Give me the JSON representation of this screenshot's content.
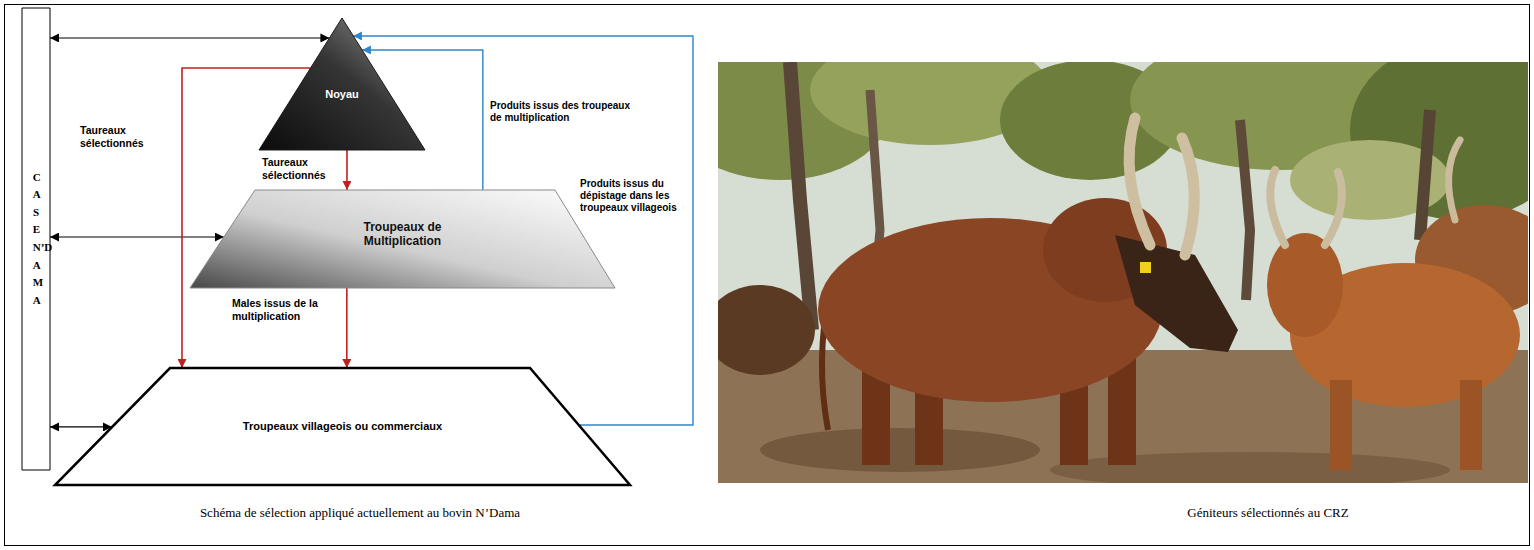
{
  "diagram": {
    "nodes": [
      {
        "text": [
          "CASE N’DAMA"
        ]
      },
      {
        "text": [
          "Noyau"
        ]
      },
      {
        "text": [
          "Troupeaux de Multiplication"
        ]
      },
      {
        "text": [
          "Troupeaux villageois ou commerciaux"
        ]
      }
    ],
    "edges": [
      {
        "from": 0,
        "to": 1,
        "arrow": "both"
      },
      {
        "from": 0,
        "to": 2,
        "arrow": "both"
      },
      {
        "from": 0,
        "to": 3,
        "arrow": "both"
      },
      {
        "from": 1,
        "to": 3,
        "label": "Taureaux sélectionnés",
        "arrow": "to"
      },
      {
        "from": 1,
        "to": 2,
        "label": "Taureaux sélectionnés",
        "arrow": "to"
      },
      {
        "from": 2,
        "to": 3,
        "label": "Males issus de la multiplication",
        "arrow": "to"
      },
      {
        "from": 2,
        "to": 1,
        "label": "Produits issus des troupeaux de multiplication",
        "arrow": "to"
      },
      {
        "from": 3,
        "to": 1,
        "label": "Produits issus du dépistage dans les troupeaux villageois",
        "arrow": "to"
      }
    ],
    "labels": [
      "Schéma de sélection appliqué actuellement au bovin N’Dama",
      "Géniteurs sélectionnés au CRZ"
    ]
  }
}
